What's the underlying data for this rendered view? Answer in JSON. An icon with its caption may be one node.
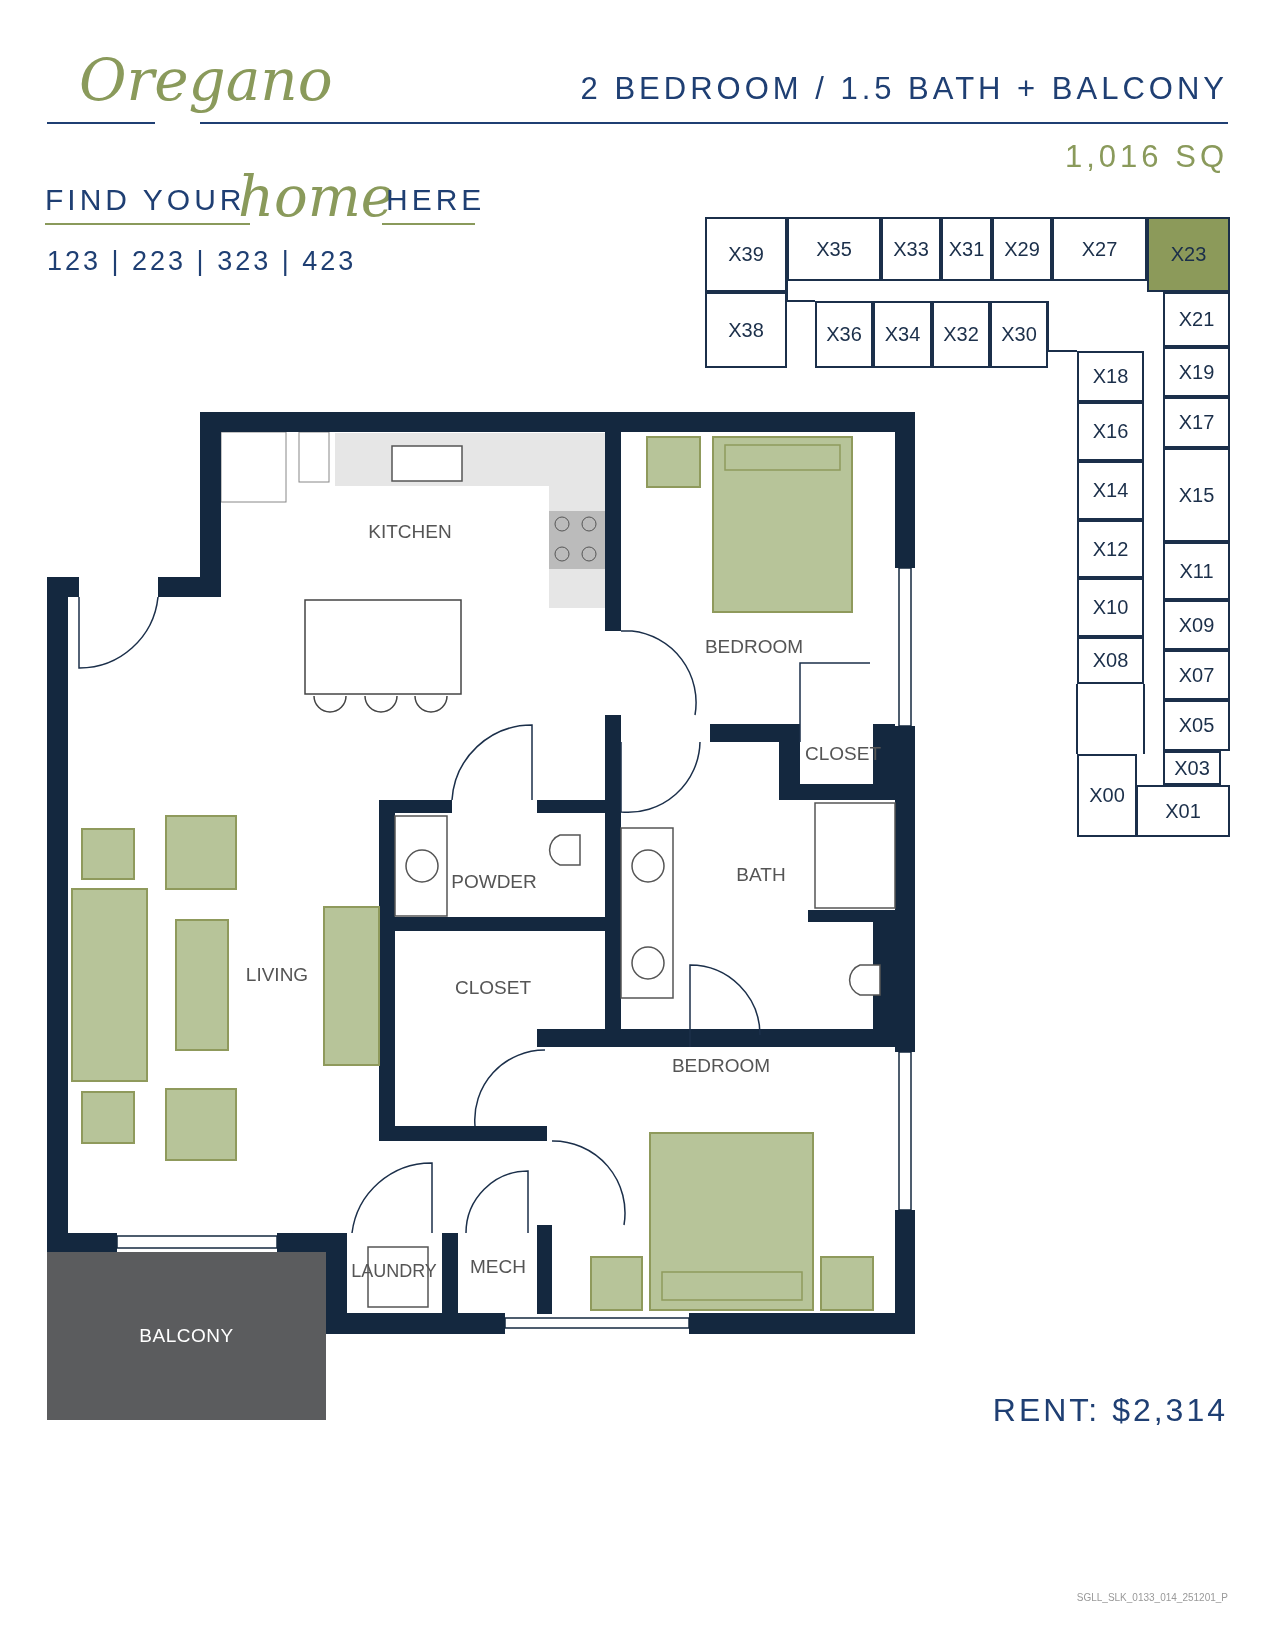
{
  "diagram": {
    "nodes": [
      {
        "text": [
          "X39"
        ]
      },
      {
        "text": [
          "X35"
        ]
      },
      {
        "text": [
          "X33"
        ]
      },
      {
        "text": [
          "X31"
        ]
      },
      {
        "text": [
          "X29"
        ]
      },
      {
        "text": [
          "X27"
        ]
      },
      {
        "text": [
          "X23"
        ]
      },
      {
        "text": [
          "X38"
        ]
      },
      {
        "text": [
          "X36"
        ]
      },
      {
        "text": [
          "X34"
        ]
      },
      {
        "text": [
          "X32"
        ]
      },
      {
        "text": [
          "X30"
        ]
      },
      {
        "text": [
          "X21"
        ]
      },
      {
        "text": [
          "X18"
        ]
      },
      {
        "text": [
          "X19"
        ]
      },
      {
        "text": [
          "X16"
        ]
      },
      {
        "text": [
          "X17"
        ]
      },
      {
        "text": [
          "X14"
        ]
      },
      {
        "text": [
          "X15"
        ]
      },
      {
        "text": [
          "X12"
        ]
      },
      {
        "text": [
          "X11"
        ]
      },
      {
        "text": [
          "X10"
        ]
      },
      {
        "text": [
          "X09"
        ]
      },
      {
        "text": [
          "X08"
        ]
      },
      {
        "text": [
          "X07"
        ]
      },
      {
        "text": [
          "X05"
        ]
      },
      {
        "text": [
          "X03"
        ]
      },
      {
        "text": [
          "X00"
        ]
      },
      {
        "text": [
          "X01"
        ]
      },
      {
        "text": [
          "BALCONY"
        ]
      }
    ],
    "labels": [
      "Oregano",
      "2 BEDROOM / 1.5 BATH + BALCONY",
      "1,016 SQ",
      "FIND YOUR",
      "home",
      "HERE",
      "123 | 223 | 323 | 423",
      "KITCHEN",
      "BEDROOM",
      "CLOSET",
      "POWDER",
      "BATH",
      "LIVING",
      "CLOSET",
      "BEDROOM",
      "LAUNDRY",
      "MECH",
      "RENT: $2,314",
      "SGLL_SLK_0133_014_251201_P"
    ]
  }
}
